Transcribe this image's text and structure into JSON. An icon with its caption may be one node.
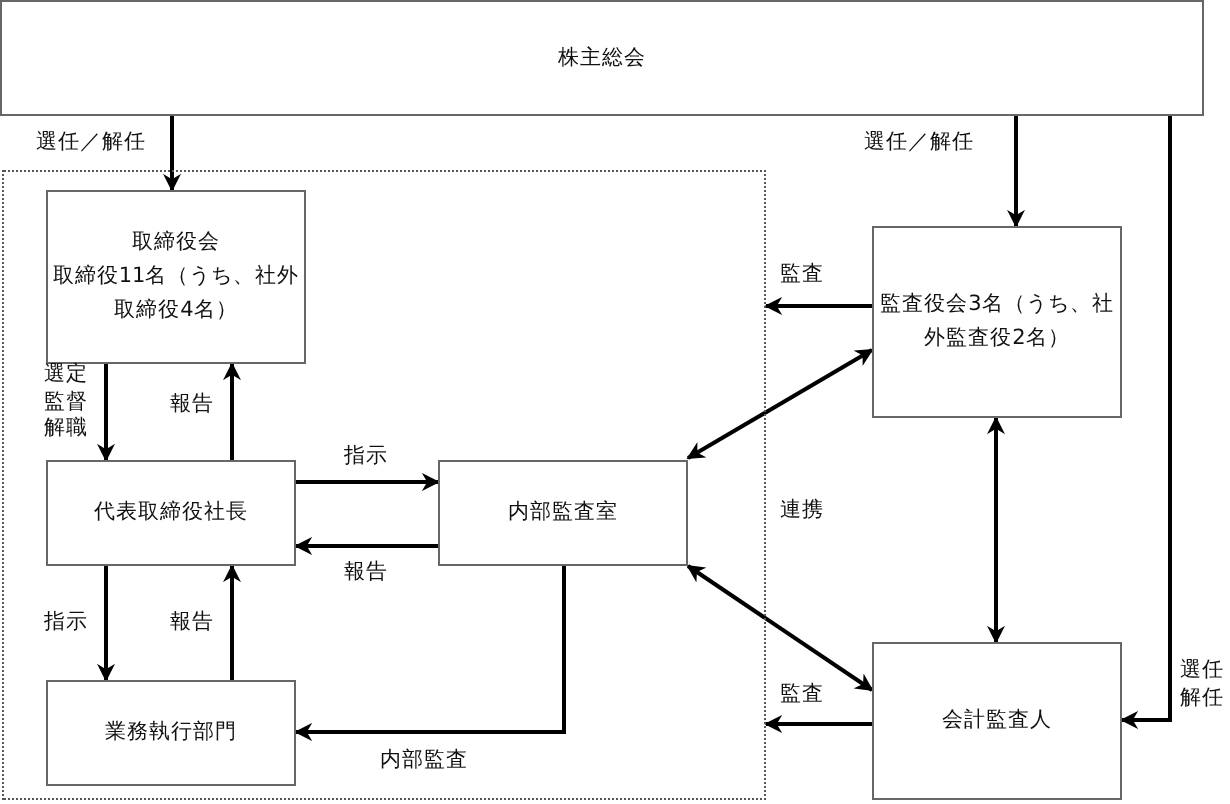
{
  "diagram": {
    "nodes": [
      {
        "text": [
          "株主総会"
        ]
      },
      {
        "text": [],
        "shape": "box"
      },
      {
        "text": [
          "取締役会",
          "取締役11名（うち、社外取締役4名）"
        ],
        "in": 1
      },
      {
        "text": [
          "代表取締役社長"
        ],
        "in": 1
      },
      {
        "text": [
          "内部監査室"
        ],
        "in": 1
      },
      {
        "text": [
          "業務執行部門"
        ],
        "in": 1
      },
      {
        "text": [
          "監査役会3名（うち、社外監査役2名）"
        ]
      },
      {
        "text": [
          "会計監査人"
        ]
      }
    ],
    "edges": [
      {
        "from": 0,
        "to": 2,
        "arrow": "to",
        "label": "選任／解任"
      },
      {
        "from": 0,
        "to": 6,
        "arrow": "to",
        "label": "選任／解任"
      },
      {
        "from": 0,
        "to": 7,
        "arrow": "to",
        "label": "選任解任"
      },
      {
        "from": 2,
        "to": 3,
        "arrow": "to",
        "label": "選定監督解職"
      },
      {
        "from": 3,
        "to": 2,
        "arrow": "to",
        "label": "報告"
      },
      {
        "from": 3,
        "to": 4,
        "arrow": "to",
        "label": "指示"
      },
      {
        "from": 4,
        "to": 3,
        "arrow": "to",
        "label": "報告"
      },
      {
        "from": 3,
        "to": 5,
        "arrow": "to",
        "label": "指示"
      },
      {
        "from": 5,
        "to": 3,
        "arrow": "to",
        "label": "報告"
      },
      {
        "from": 4,
        "to": 5,
        "arrow": "to",
        "label": "内部監査"
      },
      {
        "from": 6,
        "to": 1,
        "arrow": "to",
        "label": "監査"
      },
      {
        "from": 7,
        "to": 1,
        "arrow": "to",
        "label": "監査"
      },
      {
        "from": 6,
        "to": 7,
        "arrow": "both"
      },
      {
        "from": 4,
        "to": 6,
        "arrow": "both"
      },
      {
        "from": 4,
        "to": 7,
        "arrow": "both"
      }
    ],
    "labels": [
      "連携"
    ]
  }
}
